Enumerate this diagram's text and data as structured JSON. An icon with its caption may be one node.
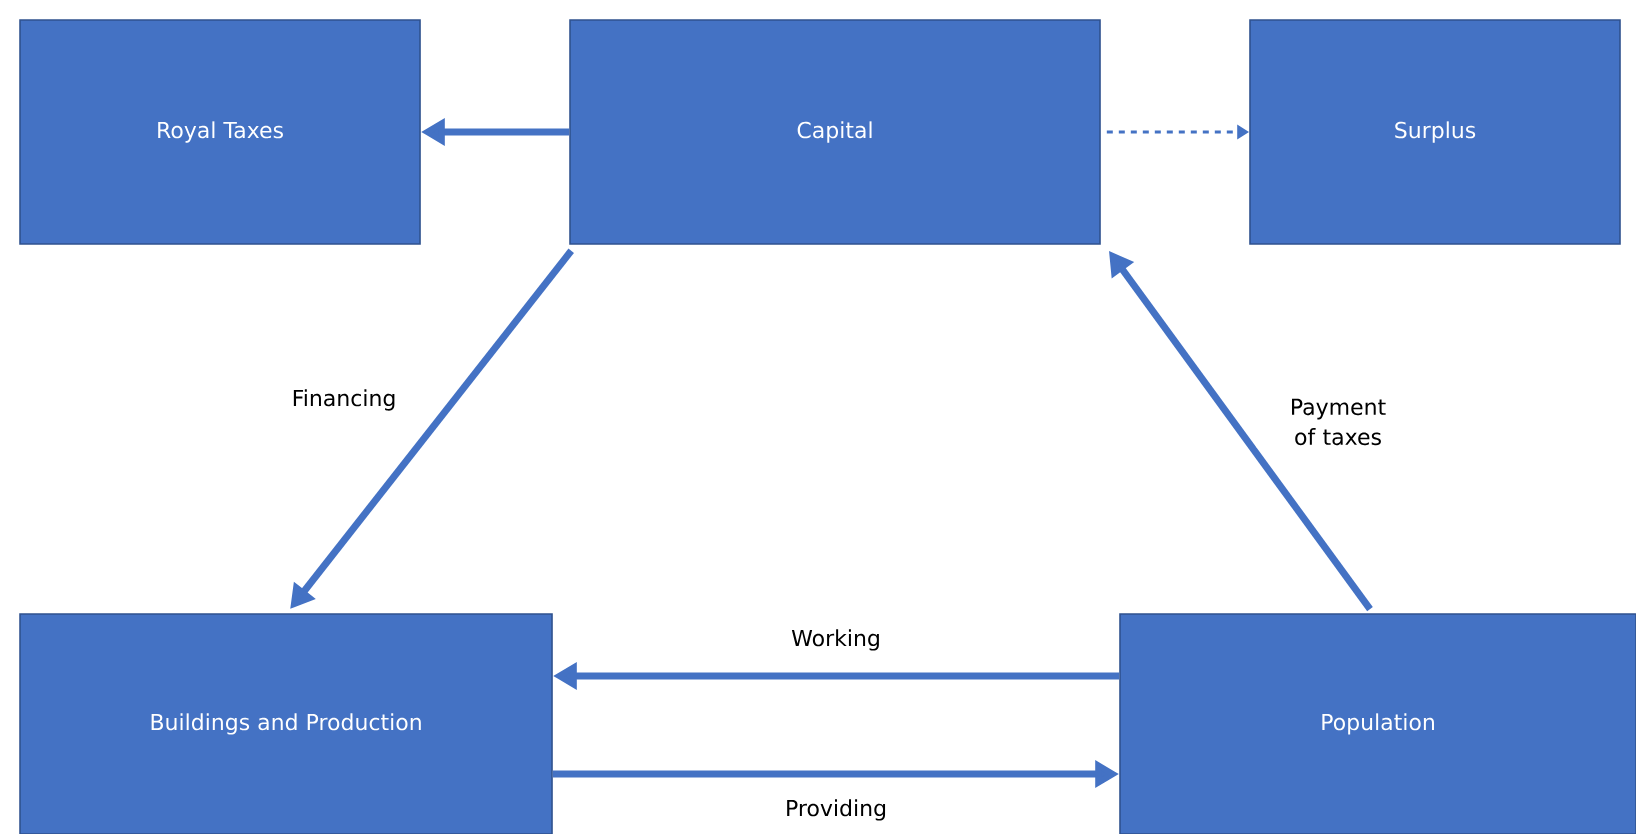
{
  "diagram": {
    "nodes": [
      {
        "text": [
          "Royal Taxes"
        ]
      },
      {
        "text": [
          "Capital"
        ]
      },
      {
        "text": [
          "Surplus"
        ]
      },
      {
        "text": [
          "Buildings and Production"
        ]
      },
      {
        "text": [
          "Population"
        ]
      }
    ],
    "edges": [
      {
        "from": 1,
        "to": 0,
        "arrow": "to"
      },
      {
        "from": 1,
        "to": 2,
        "arrow": "to",
        "style": "dashed"
      },
      {
        "from": 1,
        "to": 3,
        "arrow": "to",
        "label": "Financing"
      },
      {
        "from": 4,
        "to": 1,
        "arrow": "to",
        "label": "Payment of taxes"
      },
      {
        "from": 4,
        "to": 3,
        "arrow": "to",
        "label": "Working"
      },
      {
        "from": 3,
        "to": 4,
        "arrow": "to",
        "label": "Providing"
      }
    ]
  }
}
